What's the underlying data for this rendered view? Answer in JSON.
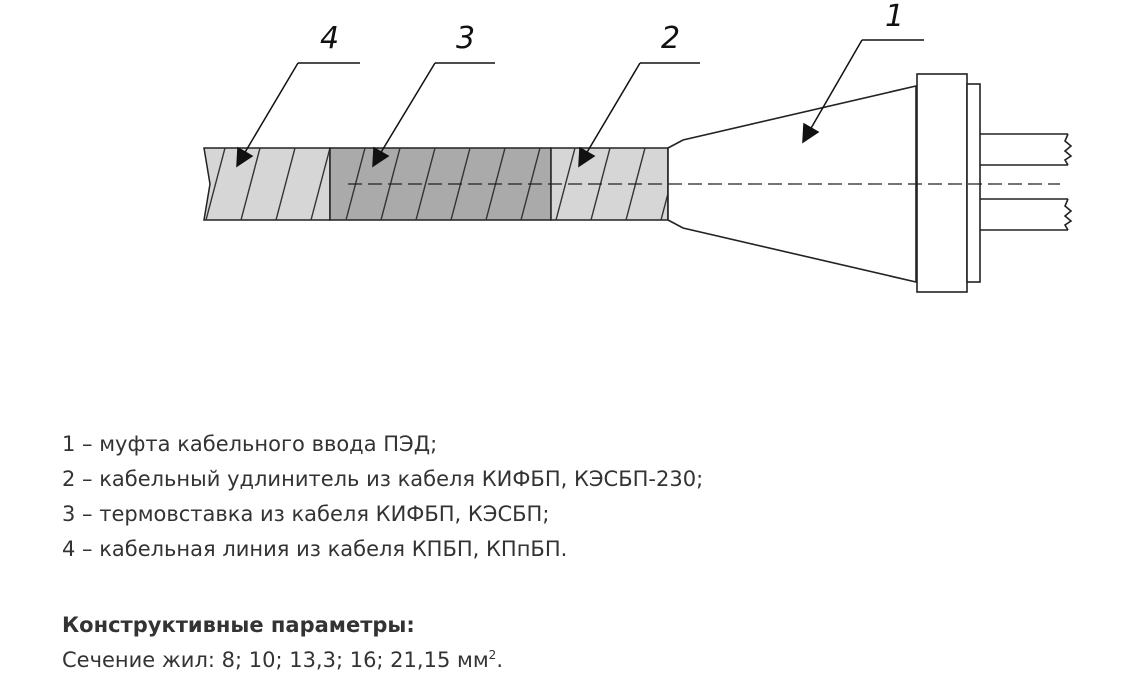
{
  "diagram": {
    "callouts": [
      "1",
      "2",
      "3",
      "4"
    ],
    "colors": {
      "section_light": "#d6d6d6",
      "section_dark": "#aaaaaa",
      "outline": "#222222",
      "hatch": "#333333"
    }
  },
  "legend": [
    "1 – муфта кабельного ввода ПЭД;",
    "2 – кабельный удлинитель из кабеля  КИФБП, КЭСБП-230;",
    "3 – термовставка из кабеля КИФБП, КЭСБП;",
    "4 – кабельная линия из кабеля  КПБП, КПпБП."
  ],
  "params": {
    "title": "Конструктивные параметры:",
    "text": "Сечение жил: 8; 10; 13,3; 16; 21,15 мм",
    "unit_sup": "2",
    "end": "."
  }
}
